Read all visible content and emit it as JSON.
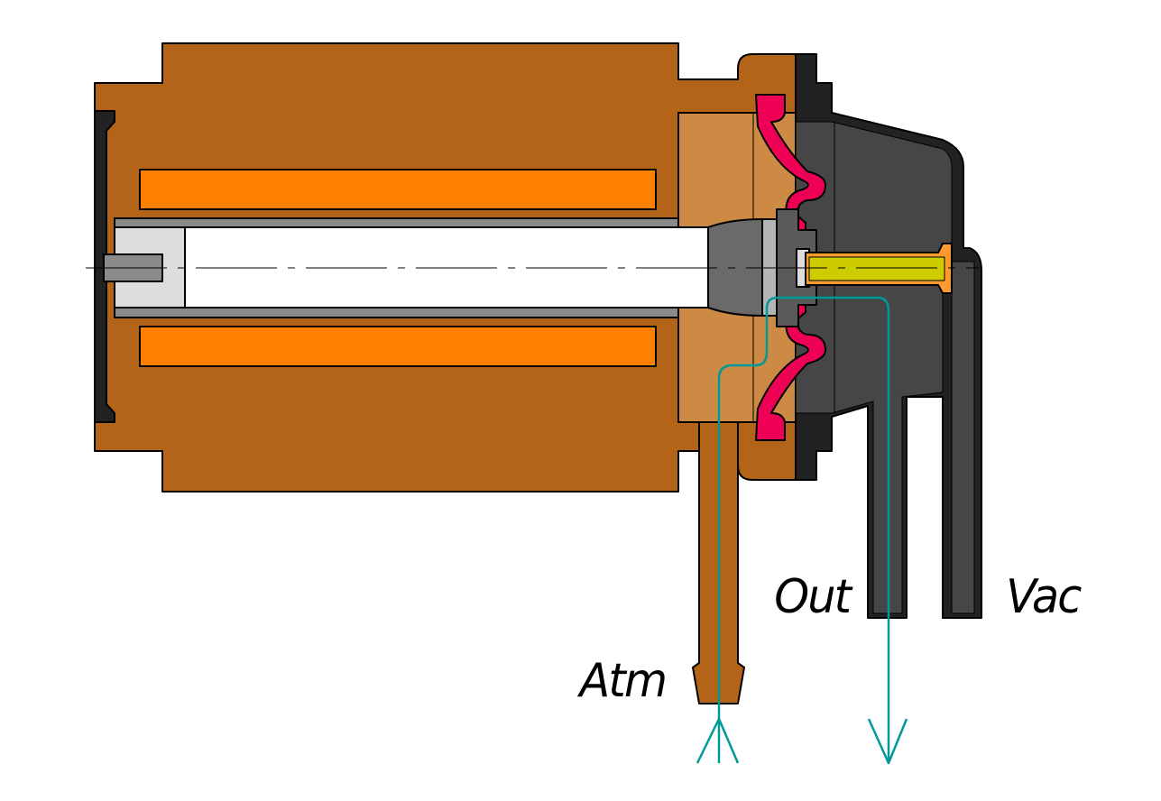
{
  "labels": {
    "outlet": "Out",
    "vacuum": "Vac",
    "atmosphere": "Atm"
  },
  "colors": {
    "body": "#b36418",
    "body_light": "#cd8a45",
    "coil": "#ff8000",
    "diaphragm": "#ee0055",
    "housing": "#464646",
    "housing_edge": "#222222",
    "pipe": "#cccc00",
    "flow": "#009999"
  }
}
